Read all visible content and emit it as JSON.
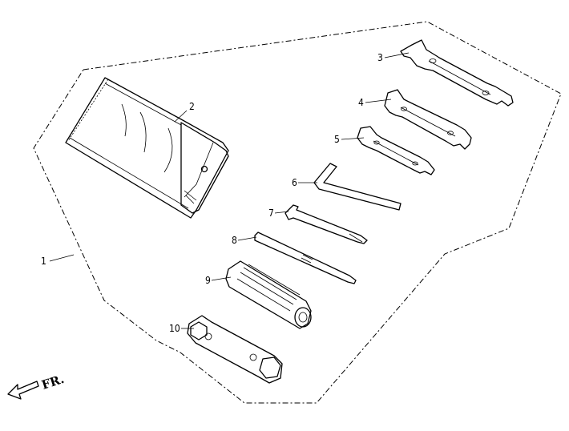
{
  "callouts": [
    {
      "id": "1",
      "text": "1"
    },
    {
      "id": "2",
      "text": "2"
    },
    {
      "id": "3",
      "text": "3"
    },
    {
      "id": "4",
      "text": "4"
    },
    {
      "id": "5",
      "text": "5"
    },
    {
      "id": "6",
      "text": "6"
    },
    {
      "id": "7",
      "text": "7"
    },
    {
      "id": "8",
      "text": "8"
    },
    {
      "id": "9",
      "text": "9"
    },
    {
      "id": "10",
      "text": "10"
    }
  ],
  "direction_label": "FR."
}
